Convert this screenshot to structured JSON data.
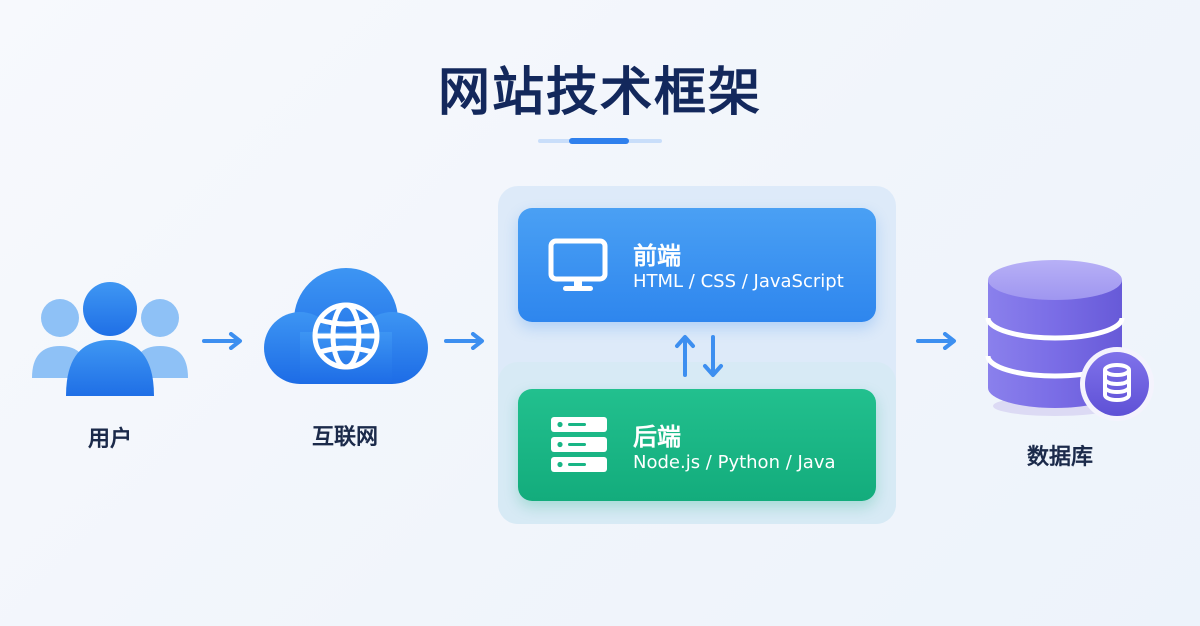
{
  "title": "网站技术框架",
  "nodes": {
    "user": {
      "label": "用户",
      "icon": "users-icon"
    },
    "internet": {
      "label": "互联网",
      "icon": "cloud-globe-icon"
    },
    "database": {
      "label": "数据库",
      "icon": "database-icon"
    }
  },
  "stack": {
    "frontend": {
      "title": "前端",
      "tech": "HTML / CSS / JavaScript",
      "icon": "monitor-icon",
      "color": "#3a91f0"
    },
    "backend": {
      "title": "后端",
      "tech": "Node.js / Python / Java",
      "icon": "server-icon",
      "color": "#18b585"
    }
  },
  "colors": {
    "title": "#13285c",
    "accent": "#2f80ed",
    "database": "#7b6fe6"
  }
}
